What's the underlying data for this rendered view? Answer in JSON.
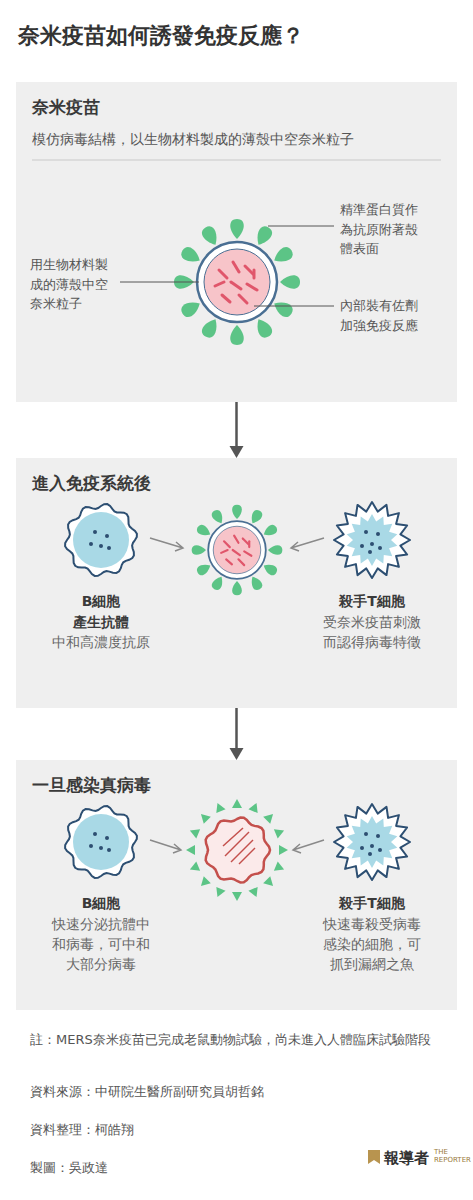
{
  "diagram": {
    "title": "奈米疫苗如何誘發免疫反應？",
    "nodes": [
      {
        "text": [
          "奈米疫苗",
          "模仿病毒結構，以生物材料製成的薄殼中空奈米粒子"
        ]
      },
      {
        "text": [
          "進入免疫系統後"
        ]
      },
      {
        "text": [
          "B細胞",
          "產生抗體",
          "中和高濃度抗原"
        ],
        "in": 1
      },
      {
        "text": [
          "殺手T細胞",
          "受奈米疫苗刺激而認得病毒特徵"
        ],
        "in": 1
      },
      {
        "text": [
          "一旦感染真病毒"
        ]
      },
      {
        "text": [
          "B細胞",
          "快速分泌抗體中和病毒，可中和大部分病毒"
        ],
        "in": 4
      },
      {
        "text": [
          "殺手T細胞",
          "快速毒殺受病毒感染的細胞，可抓到漏網之魚"
        ],
        "in": 4
      }
    ],
    "edges": [
      {
        "from": 0,
        "to": 1,
        "arrow": "to"
      },
      {
        "from": 1,
        "to": 4,
        "arrow": "to"
      }
    ],
    "labels": [
      "精準蛋白質作為抗原附著殼體表面",
      "用生物材料製成的薄殼中空奈米粒子",
      "內部裝有佐劑加強免疫反應",
      "註：MERS奈米疫苗已完成老鼠動物試驗，尚未進入人體臨床試驗階段",
      "資料來源：中研院生醫所副研究員胡哲銘",
      "資料整理：柯皓翔",
      "製圖：吳政達",
      "報導者",
      "THE REPORTER"
    ]
  }
}
